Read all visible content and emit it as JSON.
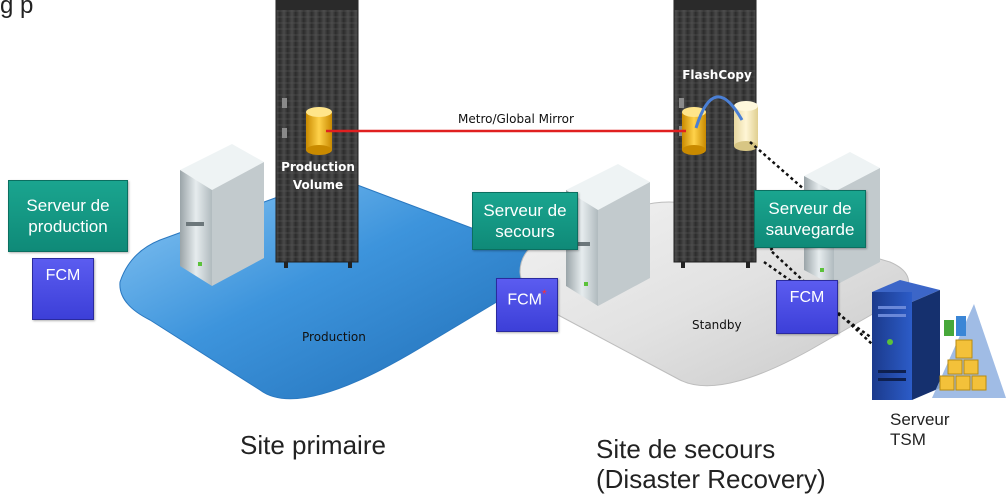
{
  "top_cut_text": "g      p",
  "labels": {
    "mirror": "Metro/Global Mirror",
    "flashcopy": "FlashCopy",
    "production_volume": "Production\nVolume",
    "production_area": "Production",
    "standby_area": "Standby",
    "site_primary": "Site primaire",
    "site_secours": "Site de secours\n(Disaster Recovery)",
    "serveur_tsm": "Serveur\nTSM"
  },
  "boxes": {
    "serveur_production": "Serveur de\nproduction",
    "serveur_secours": "Serveur de\nsecours",
    "serveur_sauvegarde": "Serveur de\nsauvegarde"
  },
  "fcm": {
    "fcm_production": "FCM",
    "fcm_secours": "FCM",
    "fcm_secours_mark": "*",
    "fcm_standby": "FCM"
  },
  "colors": {
    "platform_blue": "#3a8fd6",
    "platform_gray": "#dcdcdc",
    "teal_box": "#129a86",
    "fcm_blue": "#4a4de6",
    "mirror_line": "#e02020",
    "rack": "#3b3b3b"
  }
}
